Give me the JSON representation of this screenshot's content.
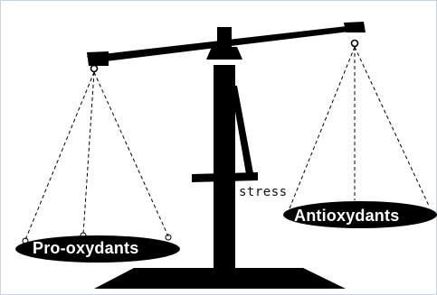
{
  "labels": {
    "left_pan": "Pro-oxydants",
    "right_pan": "Antioxydants",
    "pointer": "stress"
  },
  "colors": {
    "ink": "#000000",
    "label_text": "#ffffff",
    "background": "#ffffff",
    "frame": "#c9d3de"
  }
}
